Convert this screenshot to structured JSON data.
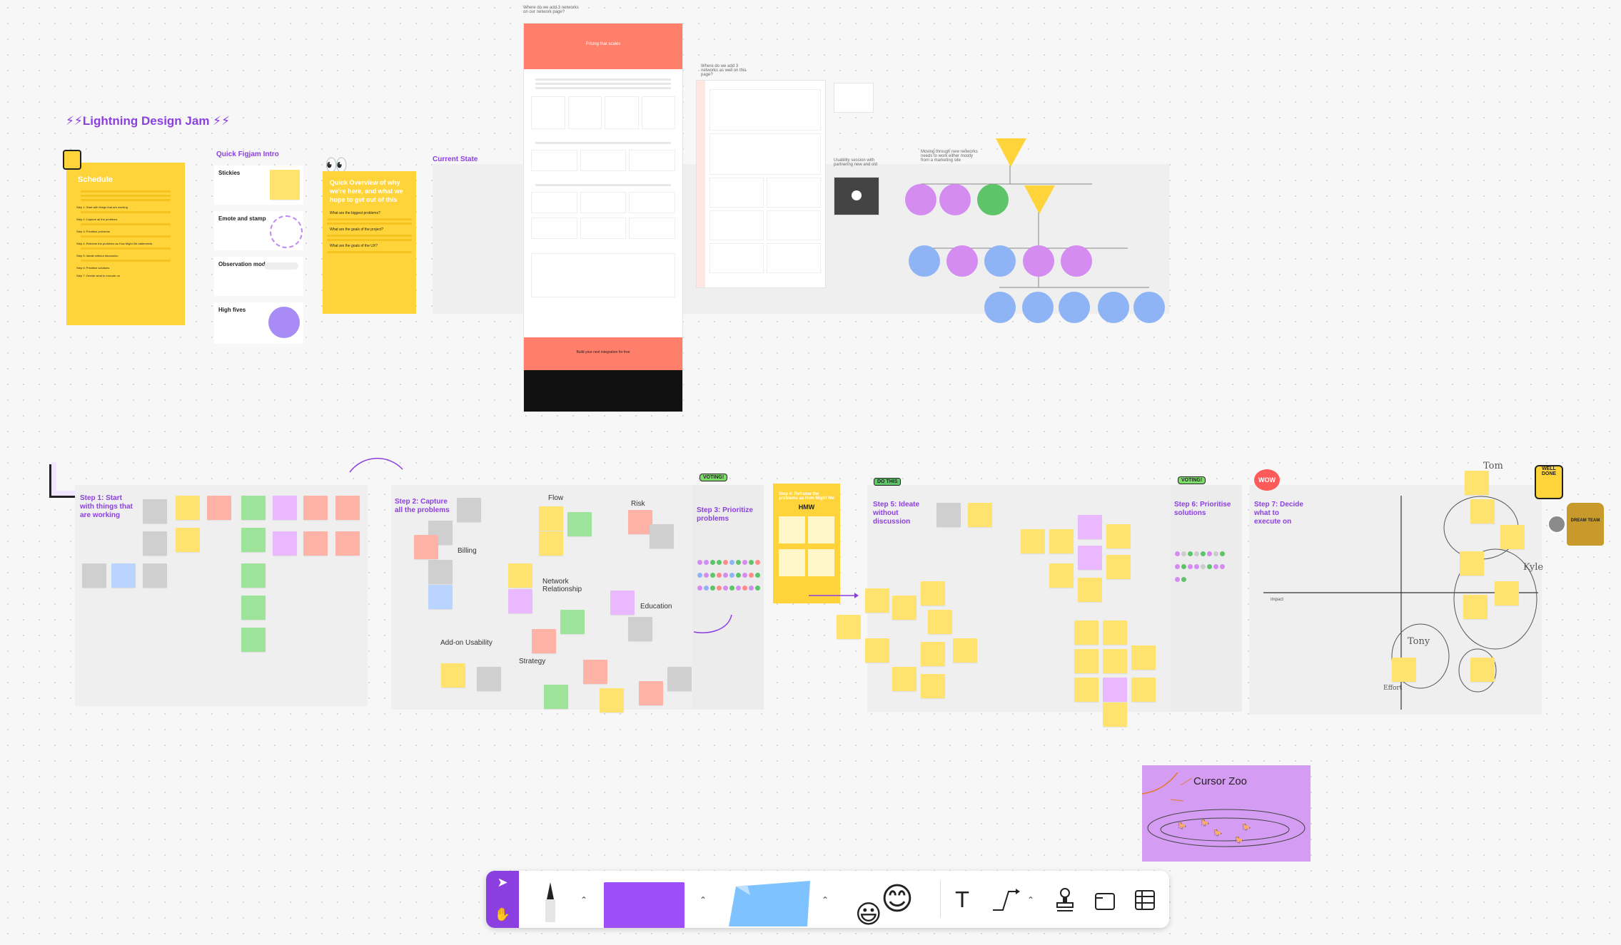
{
  "board_title": "⚡⚡Lightning Design Jam ⚡⚡",
  "schedule": {
    "title": "Schedule",
    "items": [
      "Step 1: Start with things that are working",
      "Step 2: Capture all the problems",
      "Step 3: Prioritise problems",
      "Step 4: Reframe the problems as How Might We statements",
      "Step 5: Ideate without discussion",
      "Step 6: Prioritise solutions",
      "Step 7: Decide what to execute on"
    ]
  },
  "intro": {
    "title": "Quick Figjam Intro",
    "cards": [
      {
        "title": "Stickies"
      },
      {
        "title": "Emote and stamp"
      },
      {
        "title": "Observation mode"
      },
      {
        "title": "High fives"
      }
    ]
  },
  "overview": {
    "title": "Quick Overview of why we're here, and what we hope to get out of this",
    "q1": "What are the biggest problems?",
    "q2": "What are the goals of the project?",
    "q3": "What are the goals of the UX?"
  },
  "current_state": {
    "title": "Current State",
    "note1": "Where do we add 3 networks on our network page?",
    "note2": "Where do we add 3 networks as well on this page?",
    "note3": "Usability session with partnering new and old",
    "note4": "Moving through new networks needs to work either mostly from a marketing site",
    "pricing_header": "Pricing that scales",
    "cta_footer": "Build your next integration for free"
  },
  "steps": [
    {
      "title": "Step 1: Start with things that are working"
    },
    {
      "title": "Step 2: Capture all the problems"
    },
    {
      "title": "Step 3: Prioritize problems"
    },
    {
      "title": "Step 4: Reframe the problems as How Might We",
      "hmw": "HMW"
    },
    {
      "title": "Step 5: Ideate without discussion"
    },
    {
      "title": "Step 6: Prioritise solutions"
    },
    {
      "title": "Step 7: Decide what to execute on"
    }
  ],
  "step2_clusters": [
    "Flow",
    "Risk",
    "Billing",
    "Network Relationship",
    "Education",
    "Add-on Usability",
    "Strategy"
  ],
  "stickers": {
    "voting1": "VOTING!",
    "voting2": "VOTING!",
    "do_this": "DO THIS",
    "wow": "WOW",
    "well_done": "WELL DONE",
    "dream_team": "DREAM TEAM"
  },
  "step7_handwriting": [
    "Tom",
    "Kyle",
    "Tony",
    "Effort",
    "Impact"
  ],
  "cursor_zoo": {
    "title": "Cursor Zoo"
  },
  "toolbar": {
    "tools": [
      "select",
      "hand",
      "pen",
      "sticky-purple",
      "shapes",
      "emoji",
      "text",
      "connector",
      "stamp",
      "section",
      "table"
    ]
  },
  "colors": {
    "accent": "#8b3fe0",
    "sticky_yellow": "#ffe36e",
    "schedule_yellow": "#ffd43b",
    "salmon": "#ff7f6b",
    "tree_purple": "#d58cf0",
    "tree_green": "#5dc46a",
    "tree_blue": "#8fb4f5",
    "triangle_yellow": "#ffd43b",
    "zoo_purple": "#d49cf2"
  }
}
